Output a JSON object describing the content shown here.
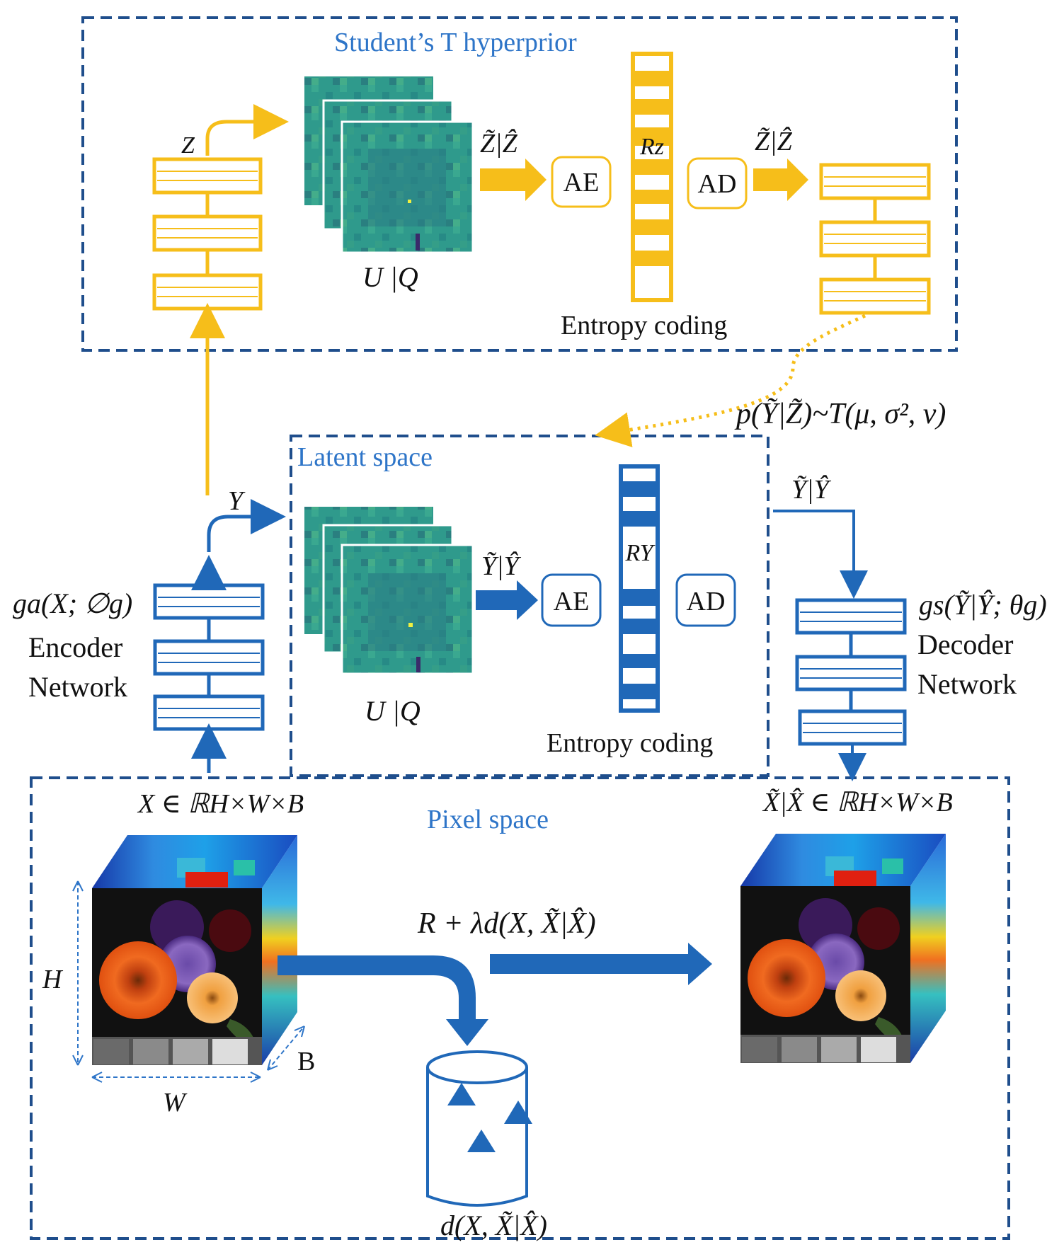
{
  "colors": {
    "frame": "#1F4E8C",
    "title": "#2E75C8",
    "orange": "#F6BE1A",
    "blue": "#2068B8",
    "text": "#111111"
  },
  "hyperprior": {
    "title": "Student’s T hyperprior",
    "z_label": "Z",
    "quant_label": "U |Q",
    "ztq_left": "Z̃|Ẑ",
    "ae": "AE",
    "rz": "Rz",
    "ad": "AD",
    "ztq_right": "Z̃|Ẑ",
    "entropy": "Entropy coding"
  },
  "prior_formula": "p(Ỹ|Z̃)~T(μ, σ², ν)",
  "latent": {
    "title": "Latent space",
    "y_label": "Y",
    "quant_label": "U |Q",
    "ytq": "Ỹ|Ŷ",
    "ae": "AE",
    "ry": "RY",
    "ad": "AD",
    "entropy": "Entropy coding",
    "ytq_out": "Ỹ|Ŷ"
  },
  "encoder": {
    "func": "ga(X; ∅g)",
    "name_line1": "Encoder",
    "name_line2": "Network"
  },
  "decoder": {
    "func": "gs(Ỹ|Ŷ; θg)",
    "name_line1": "Decoder",
    "name_line2": "Network"
  },
  "pixel": {
    "title": "Pixel space",
    "x_def": "X ∈ ℝH×W×B",
    "x_rec": "X̃|X̂ ∈ ℝH×W×B",
    "h": "H",
    "w": "W",
    "b": "B",
    "loss": "R + λd(X, X̃|X̂)",
    "distortion": "d(X, X̃|X̂)"
  }
}
